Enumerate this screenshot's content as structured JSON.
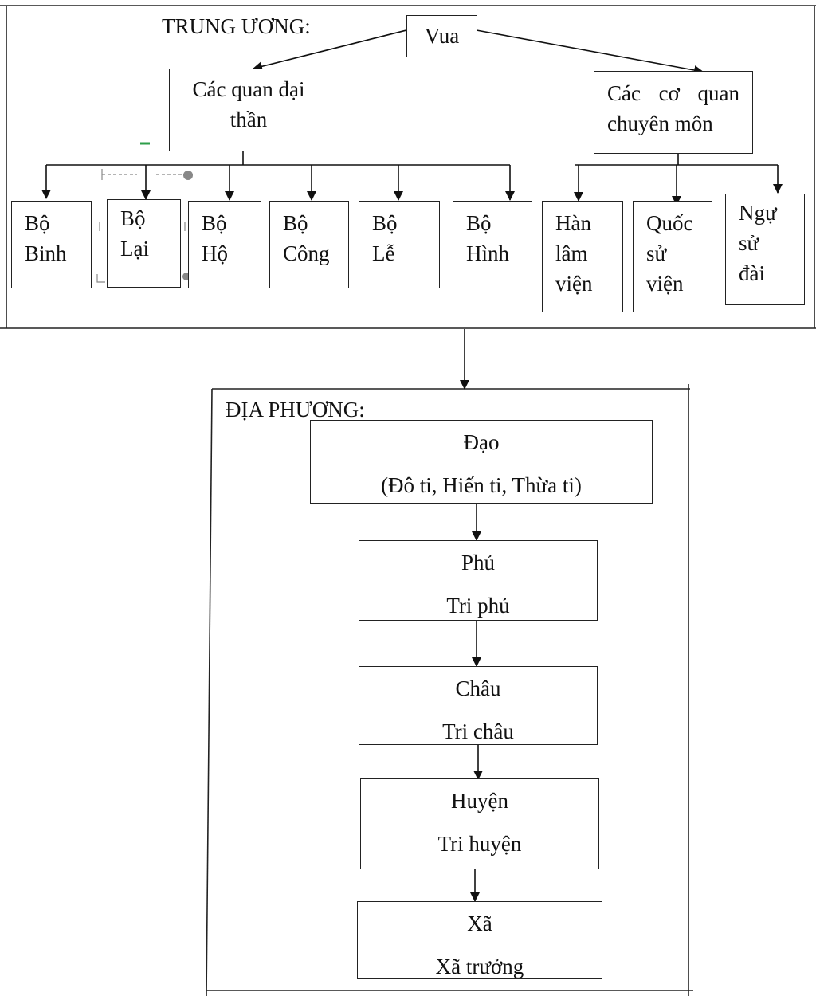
{
  "central": {
    "label": "TRUNG ƯƠNG:",
    "king": "Vua",
    "ministers_group": {
      "line1": "Các quan đại",
      "line2": "thần"
    },
    "specialized_group": {
      "line1": "Các cơ quan",
      "line2": "chuyên môn"
    },
    "ministries": [
      {
        "line1": "Bộ",
        "line2": "Binh"
      },
      {
        "line1": "Bộ",
        "line2": "Lại"
      },
      {
        "line1": "Bộ",
        "line2": "Hộ"
      },
      {
        "line1": "Bộ",
        "line2": "Công"
      },
      {
        "line1": "Bộ",
        "line2": "Lễ"
      },
      {
        "line1": "Bộ",
        "line2": "Hình"
      }
    ],
    "agencies": [
      {
        "line1": "Hàn",
        "line2": "lâm",
        "line3": "viện"
      },
      {
        "line1": "Quốc",
        "line2": "sử",
        "line3": "viện"
      },
      {
        "line1": "Ngự",
        "line2": "sử",
        "line3": "đài"
      }
    ]
  },
  "local": {
    "label": "ĐỊA PHƯƠNG:",
    "levels": [
      {
        "name": "Đạo",
        "official": "(Đô ti, Hiến ti, Thừa ti)"
      },
      {
        "name": "Phủ",
        "official": "Tri phủ"
      },
      {
        "name": "Châu",
        "official": "Tri châu"
      },
      {
        "name": "Huyện",
        "official": "Tri huyện"
      },
      {
        "name": "Xã",
        "official": "Xã trưởng"
      }
    ]
  }
}
